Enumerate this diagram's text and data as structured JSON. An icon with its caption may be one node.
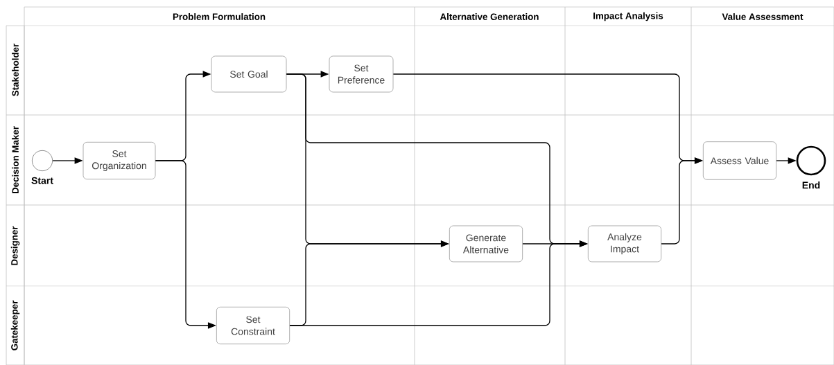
{
  "diagram": {
    "nodes": [
      {
        "text": [],
        "shape": "circle",
        "beside": [
          "Start"
        ]
      },
      {
        "text": [
          "Set Organization"
        ]
      },
      {
        "text": [
          "Set Goal"
        ]
      },
      {
        "text": [
          "Set Preference"
        ]
      },
      {
        "text": [
          "Set Constraint"
        ]
      },
      {
        "text": [
          "Generate Alternative"
        ]
      },
      {
        "text": [
          "Analyze Impact"
        ]
      },
      {
        "text": [
          "Assess Value"
        ]
      },
      {
        "text": [],
        "shape": "circle",
        "beside": [
          "End"
        ]
      }
    ],
    "edges": [
      {
        "from": 0,
        "to": 1,
        "arrow": "to"
      },
      {
        "from": 1,
        "to": 2,
        "arrow": "to"
      },
      {
        "from": 1,
        "to": 4,
        "arrow": "to"
      },
      {
        "from": 2,
        "to": 3,
        "arrow": "to"
      },
      {
        "from": 2,
        "to": 5,
        "arrow": "to"
      },
      {
        "from": 2,
        "to": 6,
        "arrow": "to"
      },
      {
        "from": 4,
        "to": 5,
        "arrow": "to"
      },
      {
        "from": 4,
        "to": 6,
        "arrow": "to"
      },
      {
        "from": 5,
        "to": 6,
        "arrow": "to"
      },
      {
        "from": 3,
        "to": 7,
        "arrow": "to"
      },
      {
        "from": 6,
        "to": 7,
        "arrow": "to"
      },
      {
        "from": 7,
        "to": 8,
        "arrow": "to"
      }
    ],
    "labels": [
      "Problem Formulation",
      "Alternative Generation",
      "Impact Analysis",
      "Value Assessment",
      "Stakeholder",
      "Decision Maker",
      "Designer",
      "Gatekeeper"
    ]
  }
}
